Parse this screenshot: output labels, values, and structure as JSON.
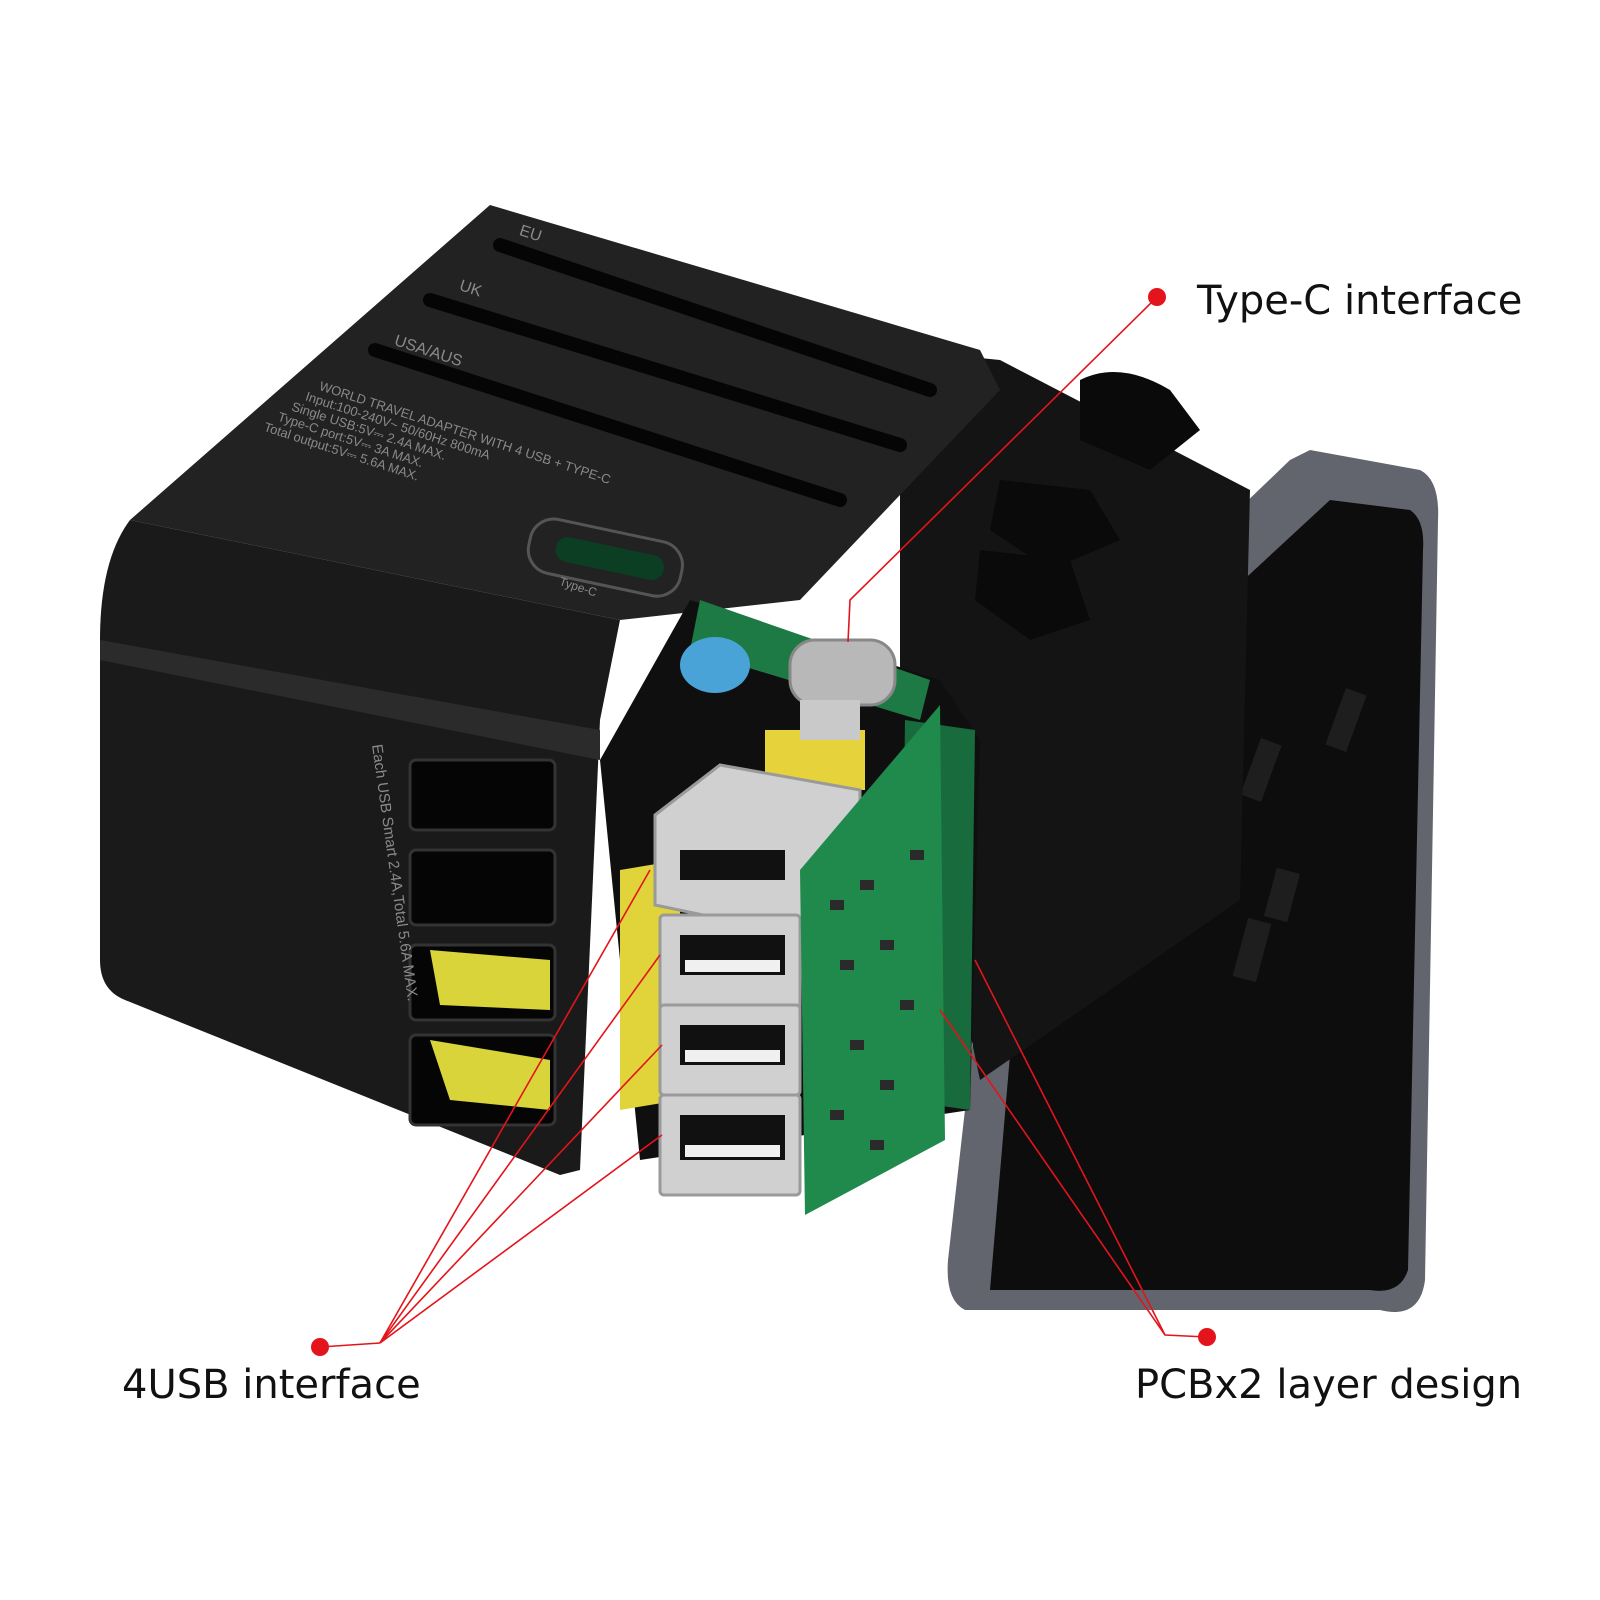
{
  "callouts": {
    "type_c": "Type-C interface",
    "usb": "4USB interface",
    "pcb": "PCBx2 layer design"
  },
  "device_print": {
    "slider_labels": [
      "EU",
      "UK",
      "USA/AUS"
    ],
    "spec_lines": [
      "WORLD TRAVEL ADAPTER WITH  4 USB + TYPE-C",
      "Input:100-240V~ 50/60Hz 800mA",
      "Single USB:5V⎓ 2.4A MAX.",
      "Type-C port:5V⎓ 3A MAX.",
      "Total output:5V⎓ 5.6A MAX."
    ],
    "port_label": "Type-C",
    "side_text": "Each USB Smart 2.4A,Total 5.6A MAX."
  },
  "colors": {
    "callout_red": "#e3141b",
    "body_black": "#1c1c1c",
    "pcb_green": "#1f7a48",
    "plate_gray": "#5d6068"
  }
}
